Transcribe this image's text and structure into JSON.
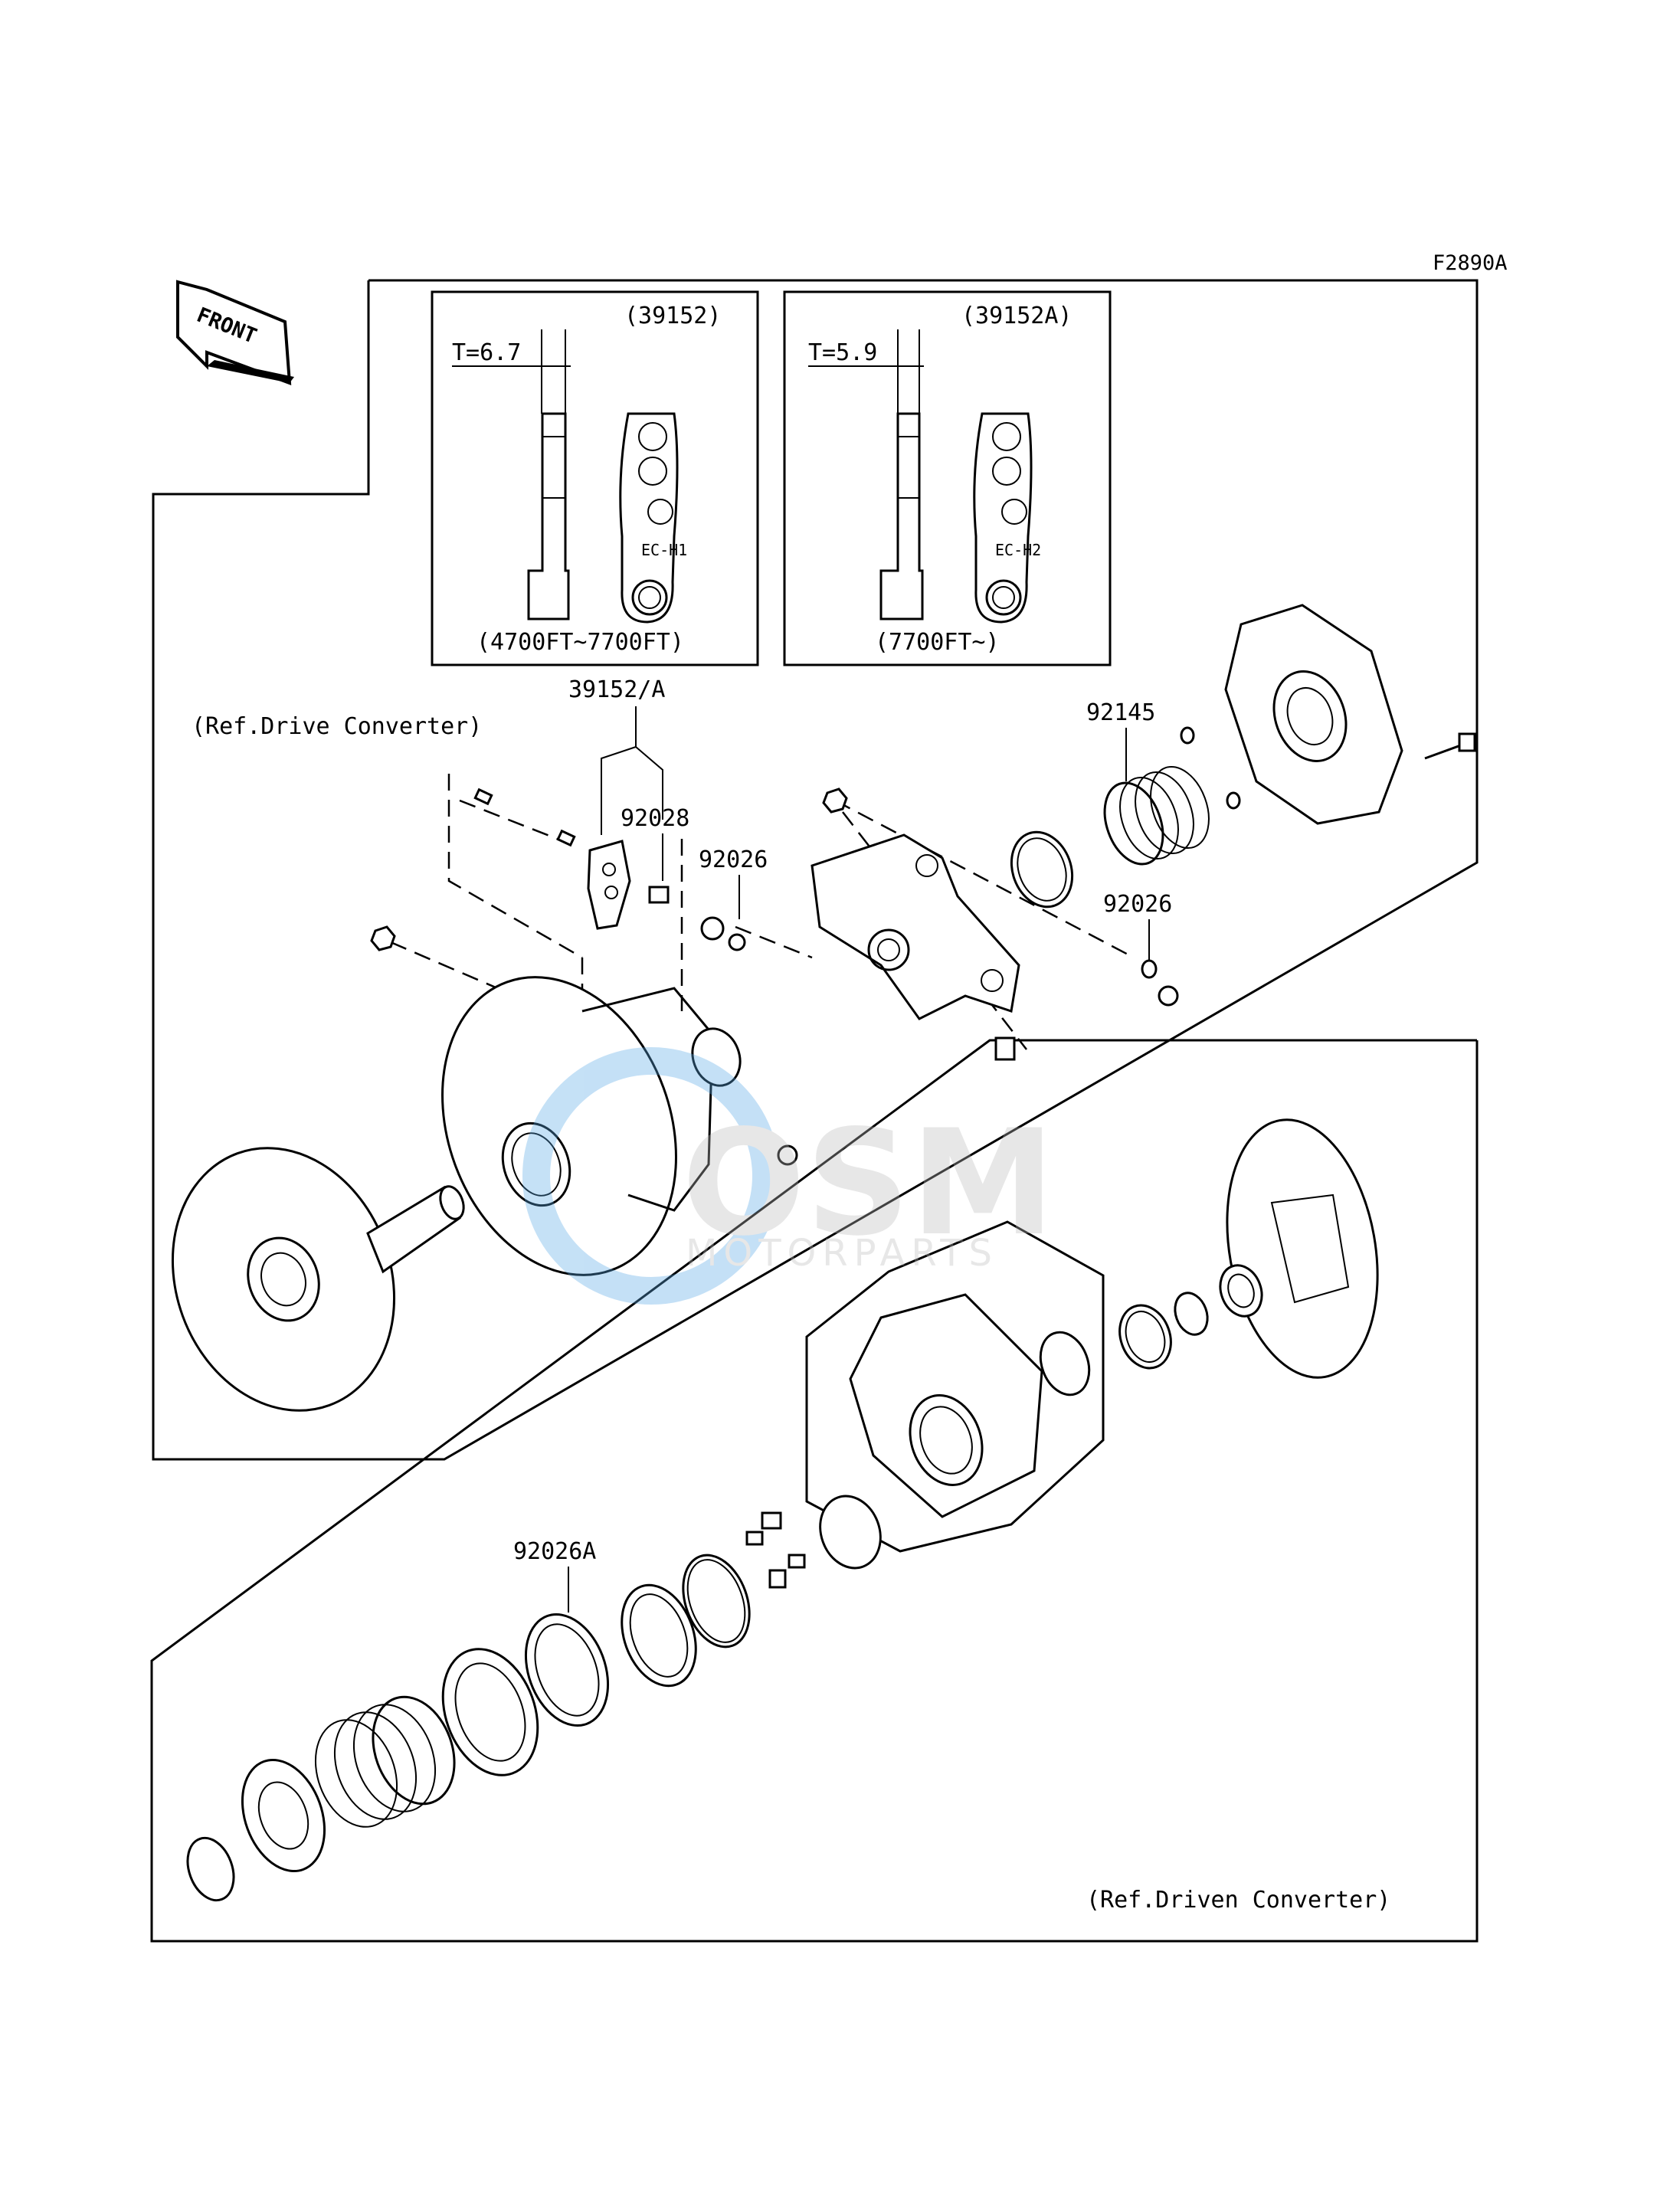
{
  "figure_code": "F2890A",
  "front_label": "FRONT",
  "inset_1": {
    "part": "(39152)",
    "thickness": "T=6.7",
    "code": "EC-H1",
    "range": "(4700FT~7700FT)"
  },
  "inset_2": {
    "part": "(39152A)",
    "thickness": "T=5.9",
    "code": "EC-H2",
    "range": "(7700FT~)"
  },
  "ref_drive": "(Ref.Drive Converter)",
  "ref_driven": "(Ref.Driven Converter)",
  "callouts": {
    "p39152A": "39152/A",
    "p92028": "92028",
    "p92026a": "92026",
    "p92026b": "92026",
    "p92145": "92145",
    "p92026A": "92026A"
  },
  "watermark": {
    "brand": "OSM",
    "sub": "MOTORPARTS"
  }
}
